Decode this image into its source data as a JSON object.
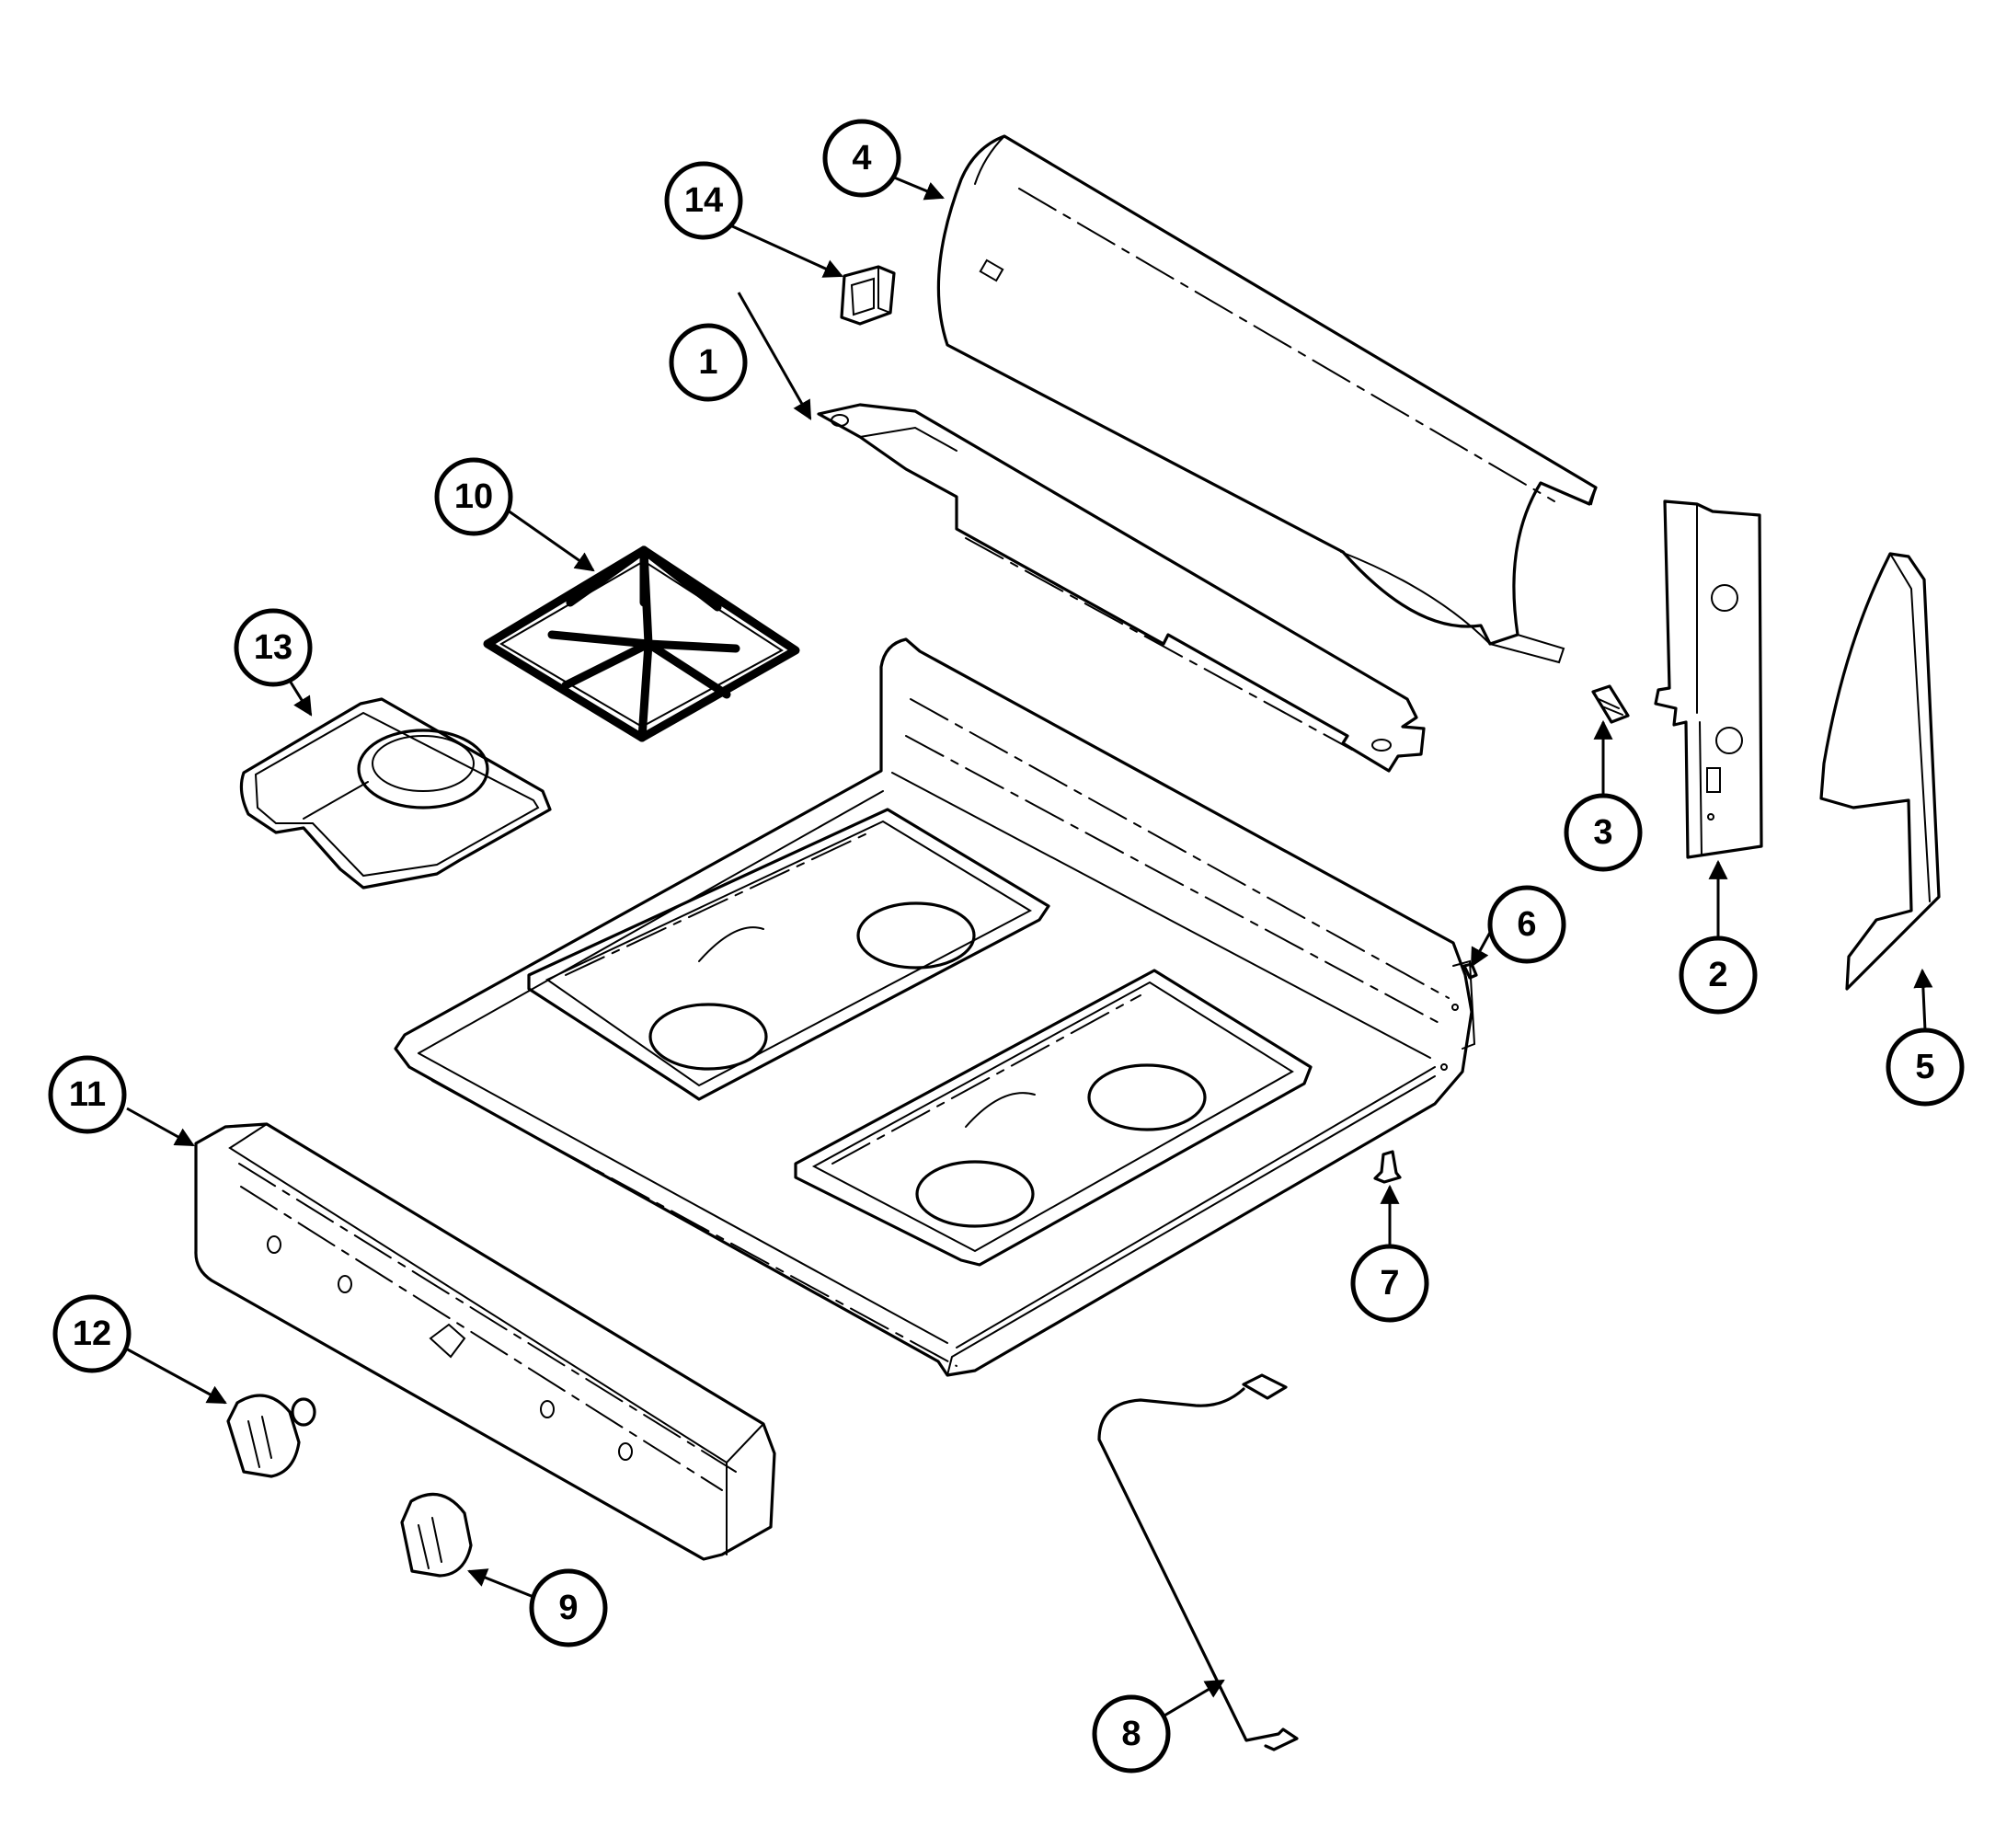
{
  "diagram": {
    "callouts": [
      {
        "id": "callout-1",
        "label": "1"
      },
      {
        "id": "callout-2",
        "label": "2"
      },
      {
        "id": "callout-3",
        "label": "3"
      },
      {
        "id": "callout-4",
        "label": "4"
      },
      {
        "id": "callout-5",
        "label": "5"
      },
      {
        "id": "callout-6",
        "label": "6"
      },
      {
        "id": "callout-7",
        "label": "7"
      },
      {
        "id": "callout-8",
        "label": "8"
      },
      {
        "id": "callout-9",
        "label": "9"
      },
      {
        "id": "callout-10",
        "label": "10"
      },
      {
        "id": "callout-11",
        "label": "11"
      },
      {
        "id": "callout-12",
        "label": "12"
      },
      {
        "id": "callout-13",
        "label": "13"
      },
      {
        "id": "callout-14",
        "label": "14"
      }
    ]
  }
}
